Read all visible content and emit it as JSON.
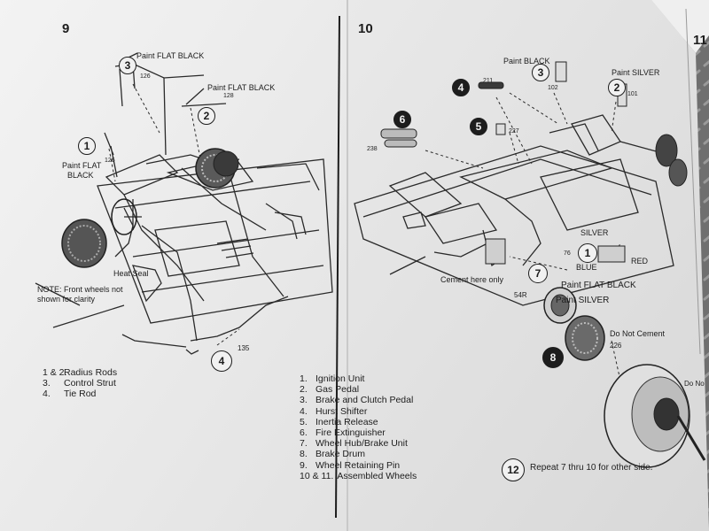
{
  "step9": {
    "number": "9",
    "callouts": {
      "c1": "1",
      "c2": "2",
      "c3": "3",
      "c4": "4"
    },
    "labels": {
      "paint_flat_black_top": "Paint FLAT BLACK",
      "paint_flat_black_right": "Paint FLAT BLACK",
      "paint_flat_left_1": "Paint FLAT",
      "paint_flat_left_2": "BLACK",
      "heat_seal": "Heat Seal",
      "note_1": "NOTE: Front wheels not",
      "note_2": "shown for clarity"
    },
    "part_numbers": {
      "p126a": "126",
      "p128": "128",
      "p126b": "126",
      "p135": "135"
    },
    "legend": [
      {
        "num": "1 & 2.",
        "text": "Radius Rods"
      },
      {
        "num": "3.",
        "text": "Control Strut"
      },
      {
        "num": "4.",
        "text": "Tie Rod"
      }
    ]
  },
  "step10": {
    "number": "10",
    "callouts": {
      "c1": "1",
      "c2": "2",
      "c3": "3",
      "c4": "4",
      "c5": "5",
      "c6": "6",
      "c7": "7",
      "c8": "8",
      "c12": "12"
    },
    "labels": {
      "paint_black": "Paint BLACK",
      "paint_silver_top": "Paint SILVER",
      "silver": "SILVER",
      "blue": "BLUE",
      "red": "RED",
      "paint_flat_black": "Paint FLAT BLACK",
      "cement_here_only": "Cement here only",
      "paint_silver": "Paint SILVER",
      "do_not_cement": "Do Not Cement",
      "do_no_partial": "Do No",
      "repeat_note": "Repeat 7 thru 10 for other side."
    },
    "part_numbers": {
      "p211": "211",
      "p102": "102",
      "p101": "101",
      "p227": "227",
      "p238": "238",
      "p76": "76",
      "p54r": "54R",
      "p226": "226"
    }
  },
  "parts_list": [
    {
      "num": "1.",
      "text": "Ignition Unit"
    },
    {
      "num": "2.",
      "text": "Gas Pedal"
    },
    {
      "num": "3.",
      "text": "Brake and Clutch Pedal"
    },
    {
      "num": "4.",
      "text": "Hurst Shifter"
    },
    {
      "num": "5.",
      "text": "Inertia Release"
    },
    {
      "num": "6.",
      "text": "Fire Extinguisher"
    },
    {
      "num": "7.",
      "text": "Wheel Hub/Brake Unit"
    },
    {
      "num": "8.",
      "text": "Brake Drum"
    },
    {
      "num": "9.",
      "text": "Wheel Retaining Pin"
    },
    {
      "num": "10 & 11.",
      "text": "Assembled Wheels"
    }
  ],
  "next_page_partial": "11"
}
